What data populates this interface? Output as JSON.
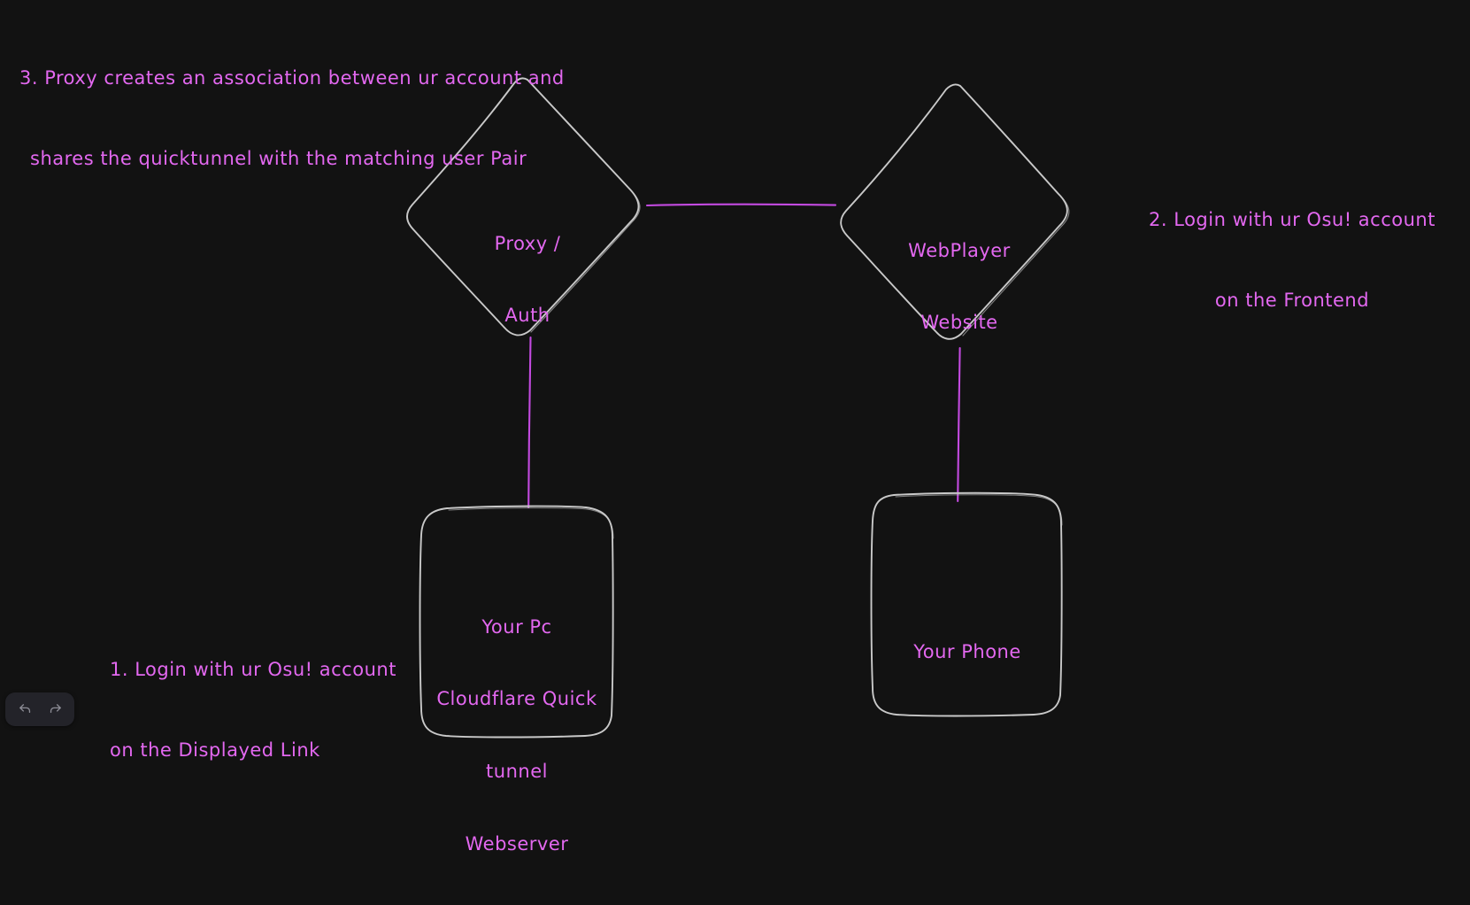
{
  "canvas": {
    "background_color": "#121212",
    "stroke_color": "#c9c9c9",
    "connector_color": "#c34ae0",
    "text_color": "#e368f0"
  },
  "nodes": [
    {
      "id": "proxy-auth",
      "shape": "diamond",
      "label_lines": [
        "Proxy /",
        "Auth"
      ],
      "label": "Proxy / Auth"
    },
    {
      "id": "webplayer-website",
      "shape": "diamond",
      "label_lines": [
        "WebPlayer",
        "Website"
      ],
      "label": "WebPlayer Website"
    },
    {
      "id": "your-pc",
      "shape": "rounded-rectangle",
      "label_lines": [
        "Your Pc",
        "Cloudflare Quick",
        "tunnel",
        "Webserver"
      ],
      "label": "Your Pc Cloudflare Quick tunnel Webserver"
    },
    {
      "id": "your-phone",
      "shape": "rounded-rectangle",
      "label_lines": [
        "Your Phone"
      ],
      "label": "Your Phone"
    }
  ],
  "annotations": [
    {
      "id": "step-3",
      "lines": [
        "3. Proxy creates an association between ur account and",
        "shares the quicktunnel with the matching user Pair"
      ],
      "text": "3. Proxy creates an association between ur account and shares the quicktunnel with the matching user Pair"
    },
    {
      "id": "step-2",
      "lines": [
        "2. Login with ur Osu! account",
        "on the Frontend"
      ],
      "text": "2. Login with ur Osu! account on the Frontend"
    },
    {
      "id": "step-1",
      "lines": [
        "1. Login with ur Osu! account",
        "on the Displayed Link"
      ],
      "text": "1. Login with ur Osu! account on the Displayed Link"
    }
  ],
  "toolbar": {
    "undo_label": "Undo",
    "redo_label": "Redo",
    "undo_icon": "undo-arrow-icon",
    "redo_icon": "redo-arrow-icon"
  }
}
